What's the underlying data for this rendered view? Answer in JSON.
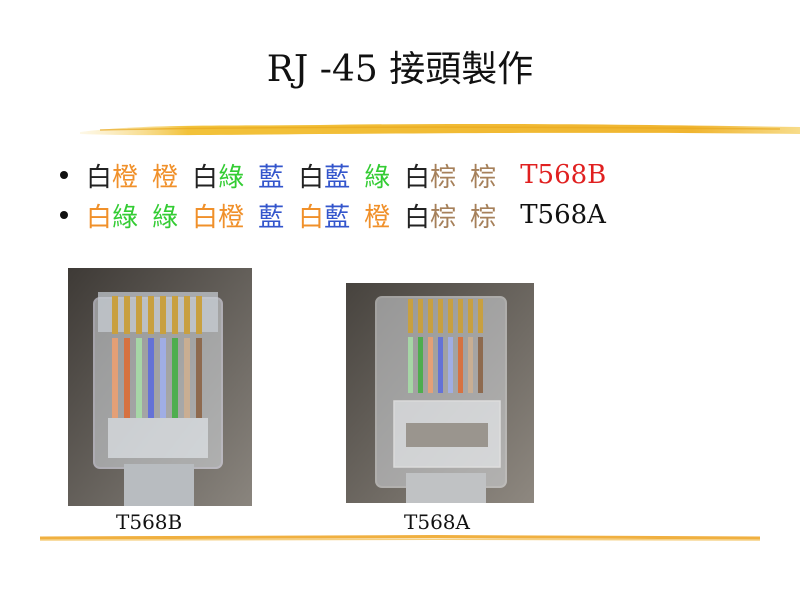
{
  "slide": {
    "title": "RJ -45 接頭製作"
  },
  "bullets": [
    {
      "segments": [
        {
          "text": "白",
          "color": "#222222"
        },
        {
          "text": "橙",
          "color": "#f0902a"
        },
        {
          "text": "橙",
          "color": "#f0902a"
        },
        {
          "text": "白",
          "color": "#222222"
        },
        {
          "text": "綠",
          "color": "#33cc33"
        },
        {
          "text": "藍",
          "color": "#3355cc"
        },
        {
          "text": "白",
          "color": "#222222"
        },
        {
          "text": "藍",
          "color": "#3355cc"
        },
        {
          "text": "綠",
          "color": "#33cc33"
        },
        {
          "text": "白",
          "color": "#222222"
        },
        {
          "text": "棕",
          "color": "#a6805a"
        },
        {
          "text": "棕",
          "color": "#a6805a"
        }
      ],
      "code": "T568B",
      "code_color": "#e02020"
    },
    {
      "segments": [
        {
          "text": "白",
          "color": "#f0902a"
        },
        {
          "text": "綠",
          "color": "#33cc33"
        },
        {
          "text": "綠",
          "color": "#33cc33"
        },
        {
          "text": "白",
          "color": "#f0902a"
        },
        {
          "text": "橙",
          "color": "#f0902a"
        },
        {
          "text": "藍",
          "color": "#3355cc"
        },
        {
          "text": "白",
          "color": "#f0902a"
        },
        {
          "text": "藍",
          "color": "#3355cc"
        },
        {
          "text": "橙",
          "color": "#f0902a"
        },
        {
          "text": "白",
          "color": "#222222"
        },
        {
          "text": "棕",
          "color": "#a6805a"
        },
        {
          "text": "棕",
          "color": "#a6805a"
        }
      ],
      "code": "T568A",
      "code_color": "#111111"
    }
  ],
  "photos": {
    "left_caption": "T568B",
    "right_caption": "T568A"
  },
  "colors": {
    "accent_brush": "#f2c23a",
    "accent_brush_light": "#f7dc8a",
    "bottom_line": "#f0b040"
  }
}
